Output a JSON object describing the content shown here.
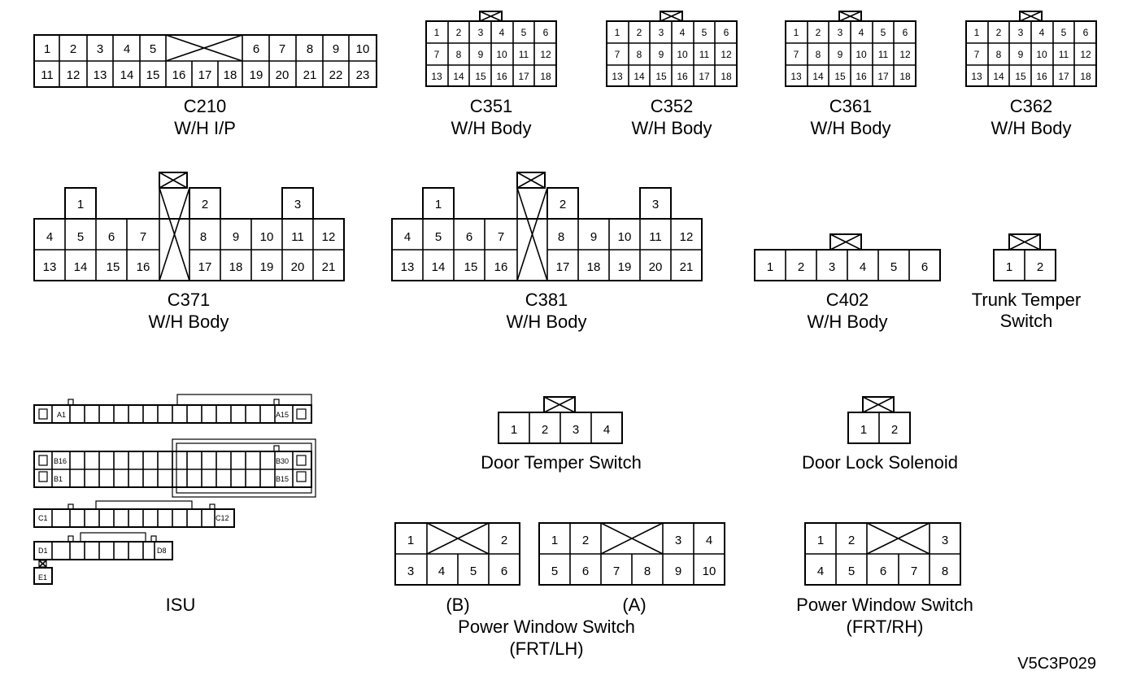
{
  "c210": {
    "pins_top": [
      "1",
      "2",
      "3",
      "4",
      "5",
      "6",
      "7",
      "8",
      "9",
      "10"
    ],
    "pins_bottom": [
      "11",
      "12",
      "13",
      "14",
      "15",
      "16",
      "17",
      "18",
      "19",
      "20",
      "21",
      "22",
      "23"
    ],
    "label": "C210",
    "sub": "W/H I/P"
  },
  "c351": {
    "pins": [
      "1",
      "2",
      "3",
      "4",
      "5",
      "6",
      "7",
      "8",
      "9",
      "10",
      "11",
      "12",
      "13",
      "14",
      "15",
      "16",
      "17",
      "18"
    ],
    "label": "C351",
    "sub": "W/H Body"
  },
  "c352": {
    "pins": [
      "1",
      "2",
      "3",
      "4",
      "5",
      "6",
      "7",
      "8",
      "9",
      "10",
      "11",
      "12",
      "13",
      "14",
      "15",
      "16",
      "17",
      "18"
    ],
    "label": "C352",
    "sub": "W/H Body"
  },
  "c361": {
    "pins": [
      "1",
      "2",
      "3",
      "4",
      "5",
      "6",
      "7",
      "8",
      "9",
      "10",
      "11",
      "12",
      "13",
      "14",
      "15",
      "16",
      "17",
      "18"
    ],
    "label": "C361",
    "sub": "W/H Body"
  },
  "c362": {
    "pins": [
      "1",
      "2",
      "3",
      "4",
      "5",
      "6",
      "7",
      "8",
      "9",
      "10",
      "11",
      "12",
      "13",
      "14",
      "15",
      "16",
      "17",
      "18"
    ],
    "label": "C362",
    "sub": "W/H Body"
  },
  "c371": {
    "pins": [
      "1",
      "2",
      "3",
      "4",
      "5",
      "6",
      "7",
      "8",
      "9",
      "10",
      "11",
      "12",
      "13",
      "14",
      "15",
      "16",
      "17",
      "18",
      "19",
      "20",
      "21"
    ],
    "label": "C371",
    "sub": "W/H Body"
  },
  "c381": {
    "pins": [
      "1",
      "2",
      "3",
      "4",
      "5",
      "6",
      "7",
      "8",
      "9",
      "10",
      "11",
      "12",
      "13",
      "14",
      "15",
      "16",
      "17",
      "18",
      "19",
      "20",
      "21"
    ],
    "label": "C381",
    "sub": "W/H Body"
  },
  "c402": {
    "pins": [
      "1",
      "2",
      "3",
      "4",
      "5",
      "6"
    ],
    "label": "C402",
    "sub": "W/H Body"
  },
  "trunk": {
    "pins": [
      "1",
      "2"
    ],
    "line1": "Trunk Temper",
    "line2": "Switch"
  },
  "isu": {
    "label": "ISU",
    "pins": [
      "A1",
      "A15",
      "B16",
      "B30",
      "B1",
      "B15",
      "C1",
      "C12",
      "D1",
      "D8",
      "E1"
    ]
  },
  "door_temper": {
    "pins": [
      "1",
      "2",
      "3",
      "4"
    ],
    "label": "Door Temper Switch"
  },
  "door_lock": {
    "pins": [
      "1",
      "2"
    ],
    "label": "Door Lock Solenoid"
  },
  "pws_lh": {
    "b_pins": [
      "1",
      "2",
      "3",
      "4",
      "5",
      "6"
    ],
    "a_pins": [
      "1",
      "2",
      "3",
      "4",
      "5",
      "6",
      "7",
      "8",
      "9",
      "10"
    ],
    "b_label": "(B)",
    "a_label": "(A)",
    "line1": "Power Window Switch",
    "line2": "(FRT/LH)"
  },
  "pws_rh": {
    "pins": [
      "1",
      "2",
      "3",
      "4",
      "5",
      "6",
      "7",
      "8"
    ],
    "line1": "Power Window Switch",
    "line2": "(FRT/RH)"
  },
  "figure_code": "V5C3P029"
}
